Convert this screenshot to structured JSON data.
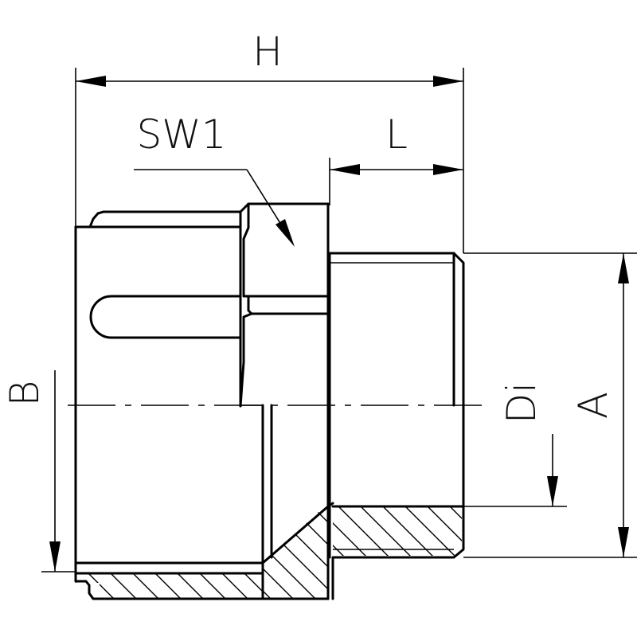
{
  "labels": {
    "H": "H",
    "SW1": "SW1",
    "L": "L",
    "B": "B",
    "Di": "Di",
    "A": "A"
  },
  "colors": {
    "line": "#000000",
    "background": "#ffffff"
  }
}
